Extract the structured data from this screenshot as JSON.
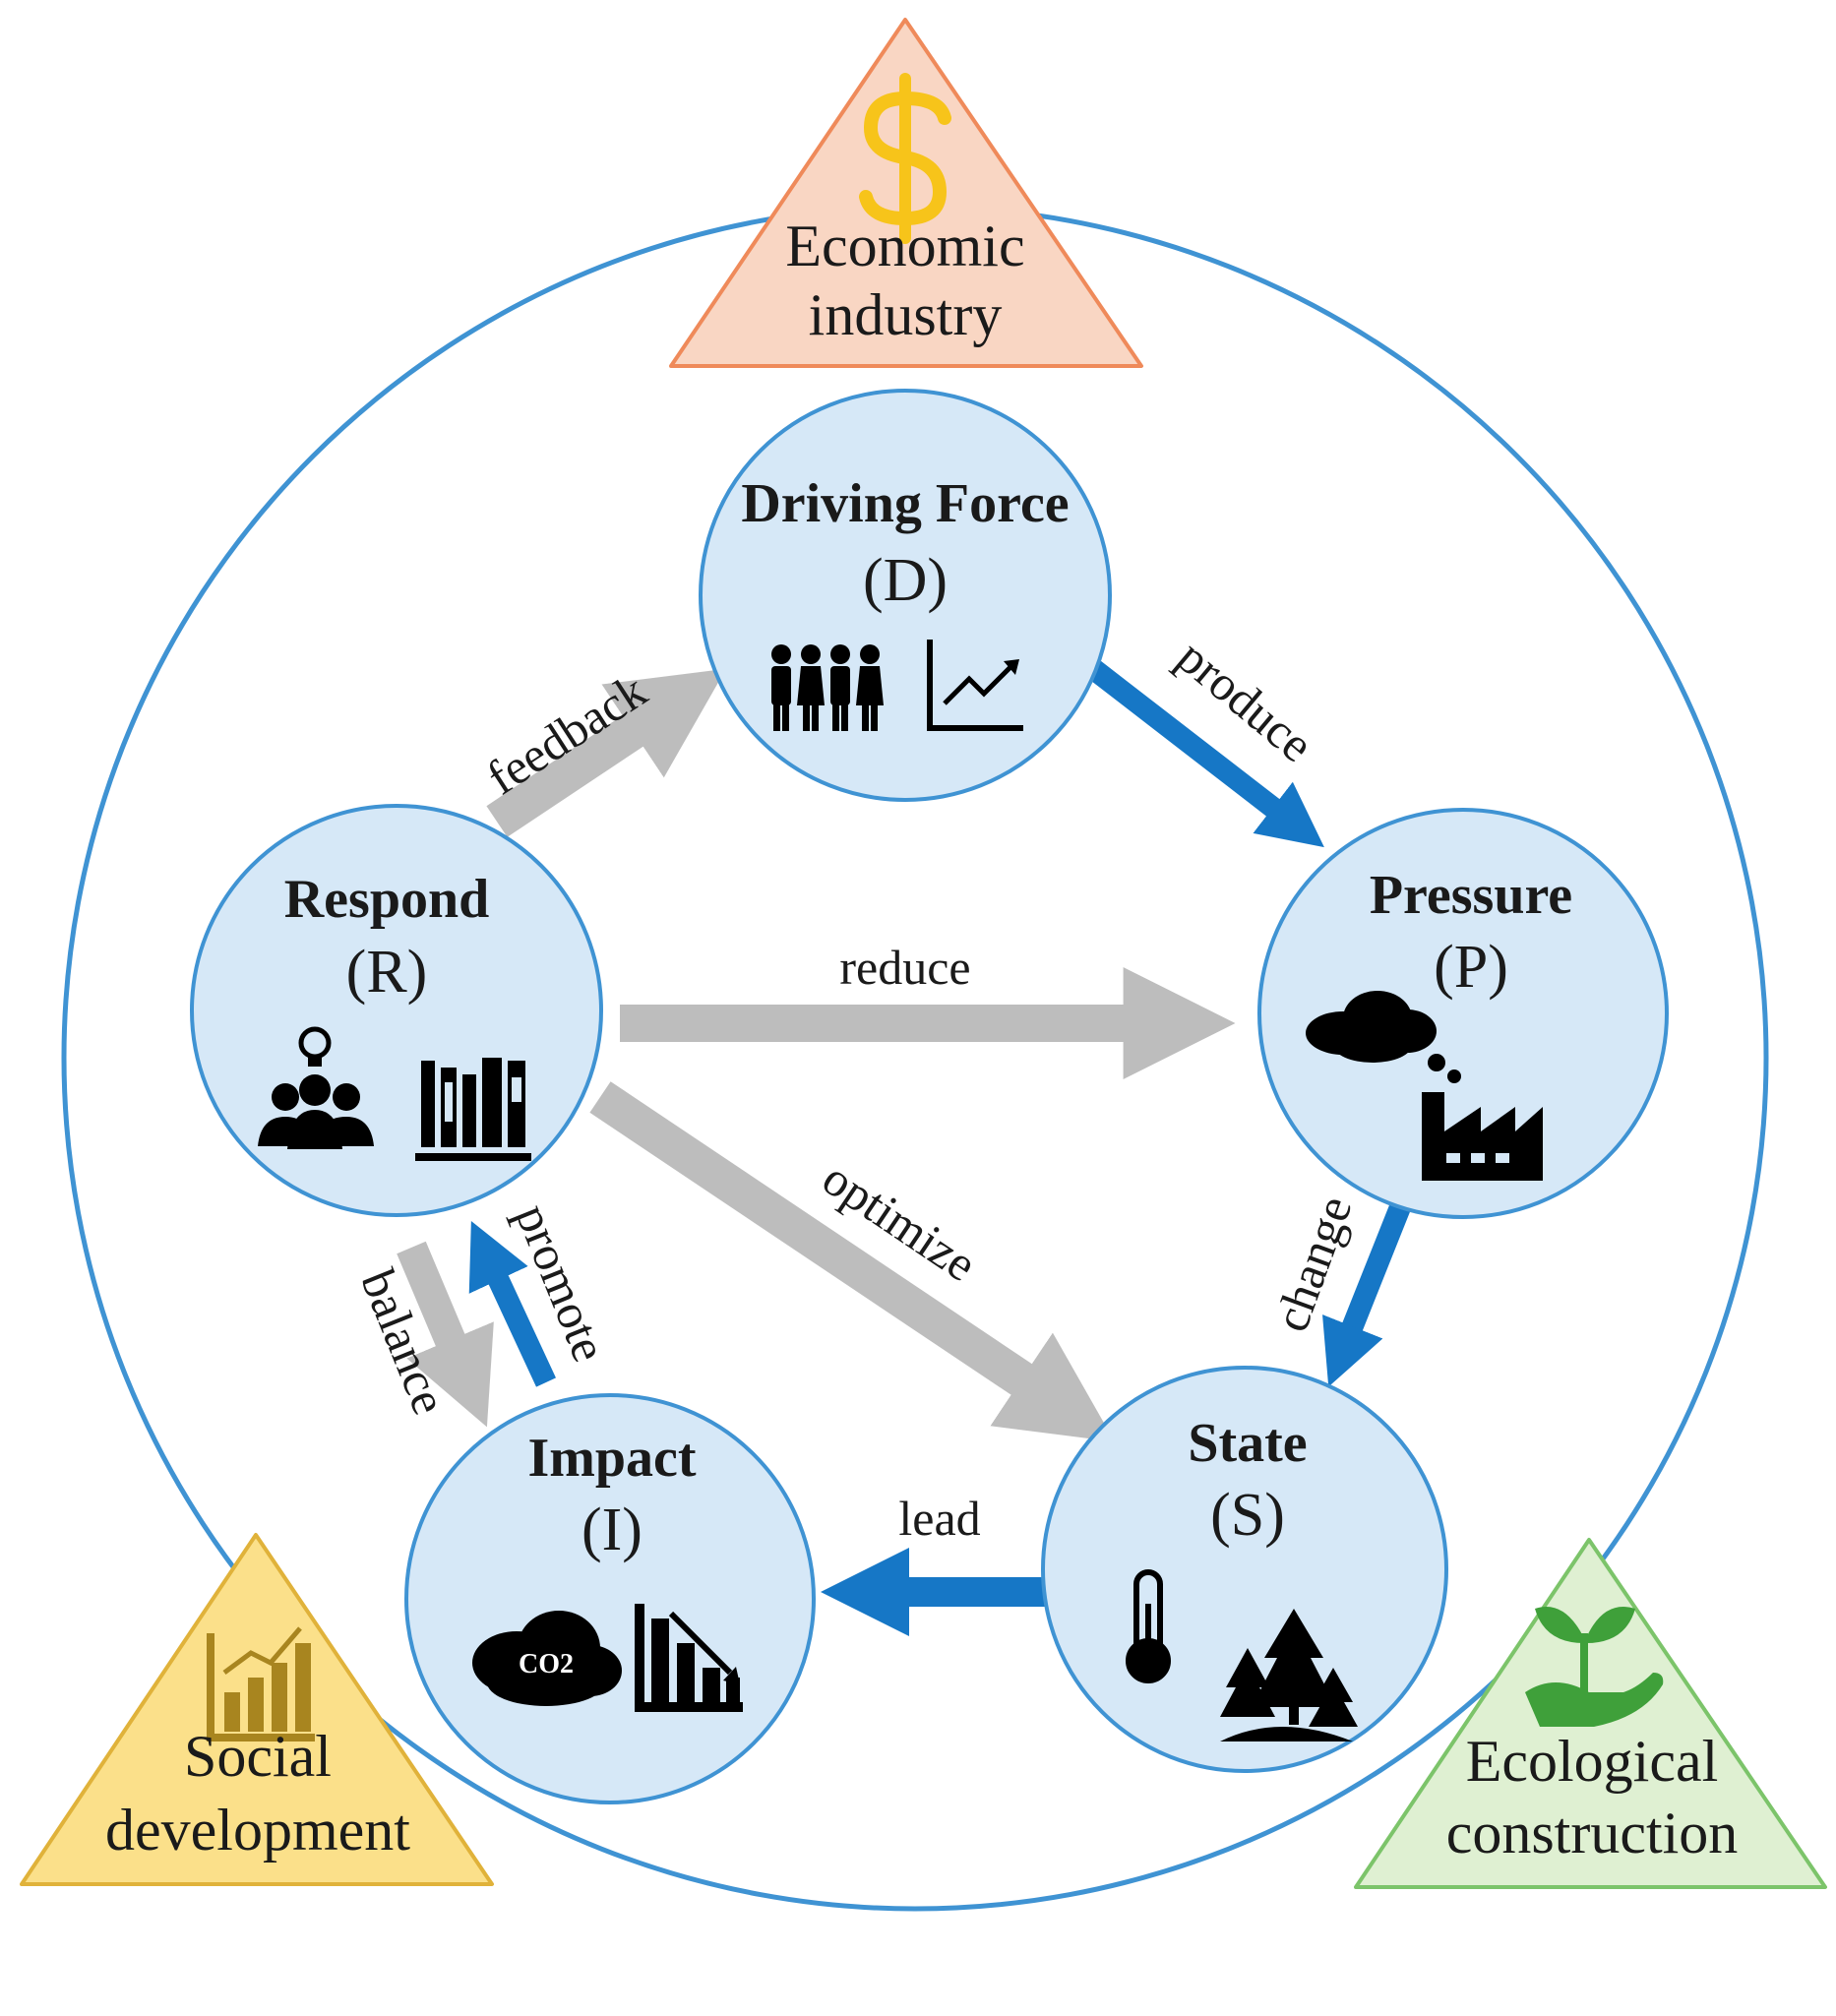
{
  "outer_triangles": {
    "economic": {
      "line1": "Economic",
      "line2": "industry"
    },
    "social": {
      "line1": "Social",
      "line2": "development"
    },
    "ecological": {
      "line1": "Ecological",
      "line2": "construction"
    }
  },
  "nodes": {
    "driving": {
      "title": "Driving Force",
      "code": "(D)"
    },
    "pressure": {
      "title": "Pressure",
      "code": "(P)"
    },
    "state": {
      "title": "State",
      "code": "(S)"
    },
    "impact": {
      "title": "Impact",
      "code": "(I)"
    },
    "respond": {
      "title": "Respond",
      "code": "(R)"
    }
  },
  "edges": {
    "feedback": "feedback",
    "produce": "produce",
    "reduce": "reduce",
    "change": "change",
    "optimize": "optimize",
    "lead": "lead",
    "balance": "balance",
    "promote": "promote"
  },
  "icons": {
    "co2_text": "CO2"
  },
  "colors": {
    "circle_stroke": "#3f93d3",
    "node_fill": "#d6e8f7",
    "blue_arrow": "#1677c6",
    "gray_arrow": "#bdbdbd",
    "economic_fill": "#f9d6c3",
    "economic_stroke": "#ef8a5a",
    "social_fill": "#fbe08a",
    "social_stroke": "#e0b23a",
    "ecological_fill": "#dff0d2",
    "ecological_stroke": "#7cc46a",
    "dollar": "#f7c41a",
    "social_icon": "#a8851f",
    "eco_icon": "#3fa03a"
  }
}
